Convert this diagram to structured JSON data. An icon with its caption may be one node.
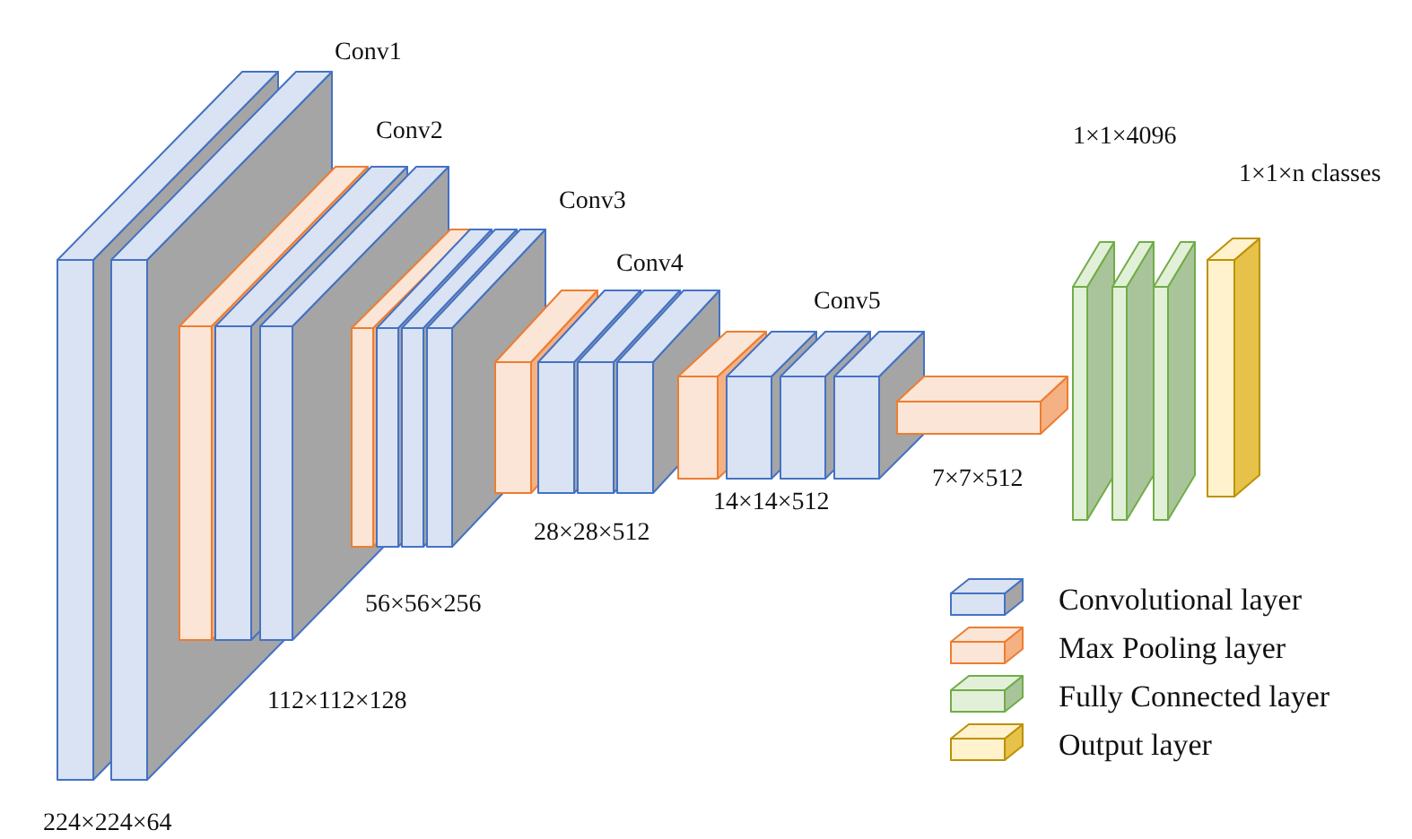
{
  "diagram": {
    "labels": [
      "Conv1",
      "Conv2",
      "Conv3",
      "Conv4",
      "Conv5",
      "1×1×4096",
      "1×1×n classes",
      "224×224×64",
      "112×112×128",
      "56×56×256",
      "28×28×512",
      "14×14×512",
      "7×7×512"
    ],
    "legend": [
      {
        "text": "Convolutional layer",
        "color": "#dae3f3"
      },
      {
        "text": "Max Pooling layer",
        "color": "#fbe5d6"
      },
      {
        "text": "Fully Connected layer",
        "color": "#e2f0d9"
      },
      {
        "text": "Output layer",
        "color": "#fff2cc"
      }
    ]
  }
}
